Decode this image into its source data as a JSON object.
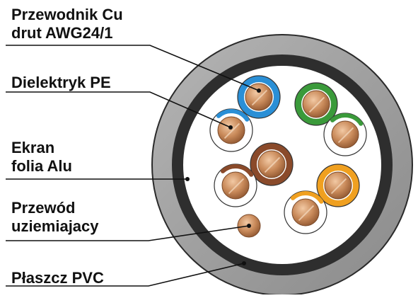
{
  "labels": {
    "conductor": [
      "Przewodnik Cu",
      "drut AWG24/1"
    ],
    "dielectric": [
      "Dielektryk PE"
    ],
    "screen": [
      "Ekran",
      "folia Alu"
    ],
    "ground_wire": [
      "Przewód",
      "uziemiajacy"
    ],
    "jacket": [
      "Płaszcz PVC"
    ]
  },
  "colors": {
    "jacket": "#9a9a9a",
    "screen": "#2e2e2e",
    "filler": "#ffffff",
    "copper": "#c98a5a",
    "blue": "#2a8fd6",
    "green": "#3a9a3a",
    "brown": "#8a4a2a",
    "orange": "#f0a020",
    "leader": "#111111"
  }
}
